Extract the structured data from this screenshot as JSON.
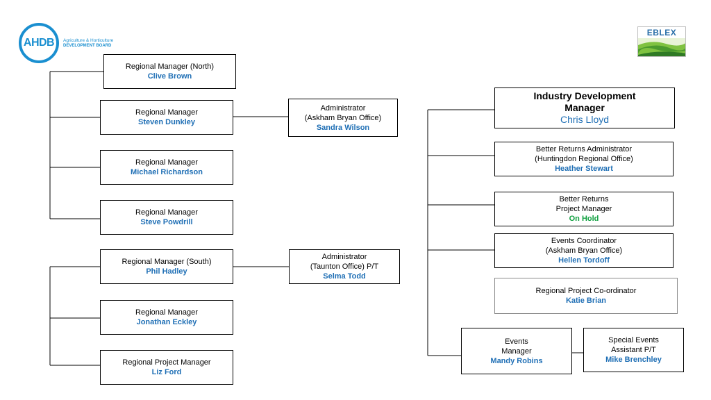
{
  "logos": {
    "ahdb": {
      "word": "AHDB",
      "line1": "Agriculture & Horticulture",
      "line2": "DEVELOPMENT BOARD",
      "color": "#1a8fd0"
    },
    "eblex": {
      "word": "EBLEX",
      "color": "#2a6fa8"
    }
  },
  "colors": {
    "name": "#1f6fb5",
    "on_hold": "#10a040",
    "line": "#000000"
  },
  "left_north": [
    {
      "role": "Regional Manager (North)",
      "name": "Clive Brown"
    },
    {
      "role": "Regional Manager",
      "name": "Steven Dunkley"
    },
    {
      "role": "Regional Manager",
      "name": "Michael Richardson"
    },
    {
      "role": "Regional Manager",
      "name": "Steve Powdrill"
    }
  ],
  "admin_north": {
    "role": "Administrator\n(Askham Bryan Office)",
    "name": "Sandra Wilson"
  },
  "left_south": [
    {
      "role": "Regional Manager (South)",
      "name": "Phil Hadley"
    },
    {
      "role": "Regional Manager",
      "name": "Jonathan Eckley"
    },
    {
      "role": "Regional  Project Manager",
      "name": "Liz Ford"
    }
  ],
  "admin_south": {
    "role": "Administrator\n(Taunton Office) P/T",
    "name": "Selma Todd"
  },
  "right": {
    "head": {
      "role": "Industry Development\nManager",
      "name": "Chris Lloyd"
    },
    "items": [
      {
        "role": "Better Returns Administrator\n(Huntingdon Regional Office)",
        "name": "Heather Stewart"
      },
      {
        "role": "Better Returns\nProject Manager",
        "name": "On Hold"
      },
      {
        "role": "Events Coordinator\n(Askham Bryan Office)",
        "name": "Hellen Tordoff"
      },
      {
        "role": "Regional  Project Co-ordinator",
        "name": "Katie Brian"
      },
      {
        "role": "Events\nManager",
        "name": "Mandy Robins"
      }
    ],
    "assistant": {
      "role": "Special Events\nAssistant P/T",
      "name": "Mike Brenchley"
    }
  }
}
